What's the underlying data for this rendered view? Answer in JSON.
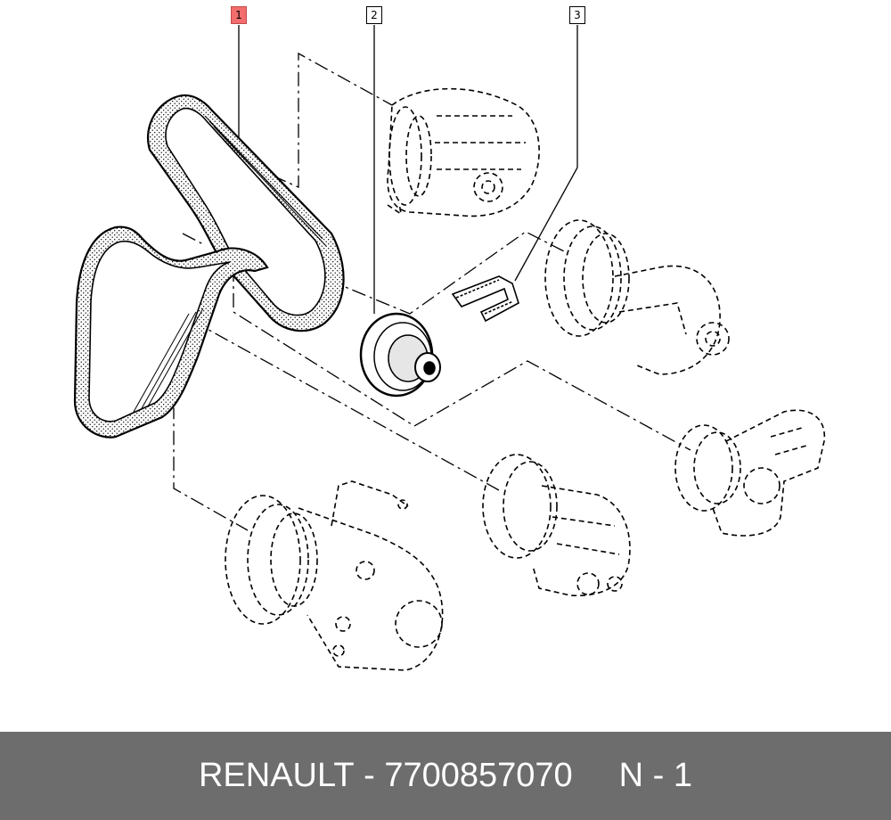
{
  "callouts": [
    {
      "label": "1",
      "active": true
    },
    {
      "label": "2",
      "active": false
    },
    {
      "label": "3",
      "active": false
    }
  ],
  "footer": {
    "brand": "RENAULT",
    "separator": "-",
    "part_number": "7700857070",
    "position_code": "N - 1"
  },
  "colors": {
    "footer_bg": "#6d6d6d",
    "footer_text": "#ffffff",
    "active_callout": "#f26d6d",
    "line": "#000000"
  }
}
